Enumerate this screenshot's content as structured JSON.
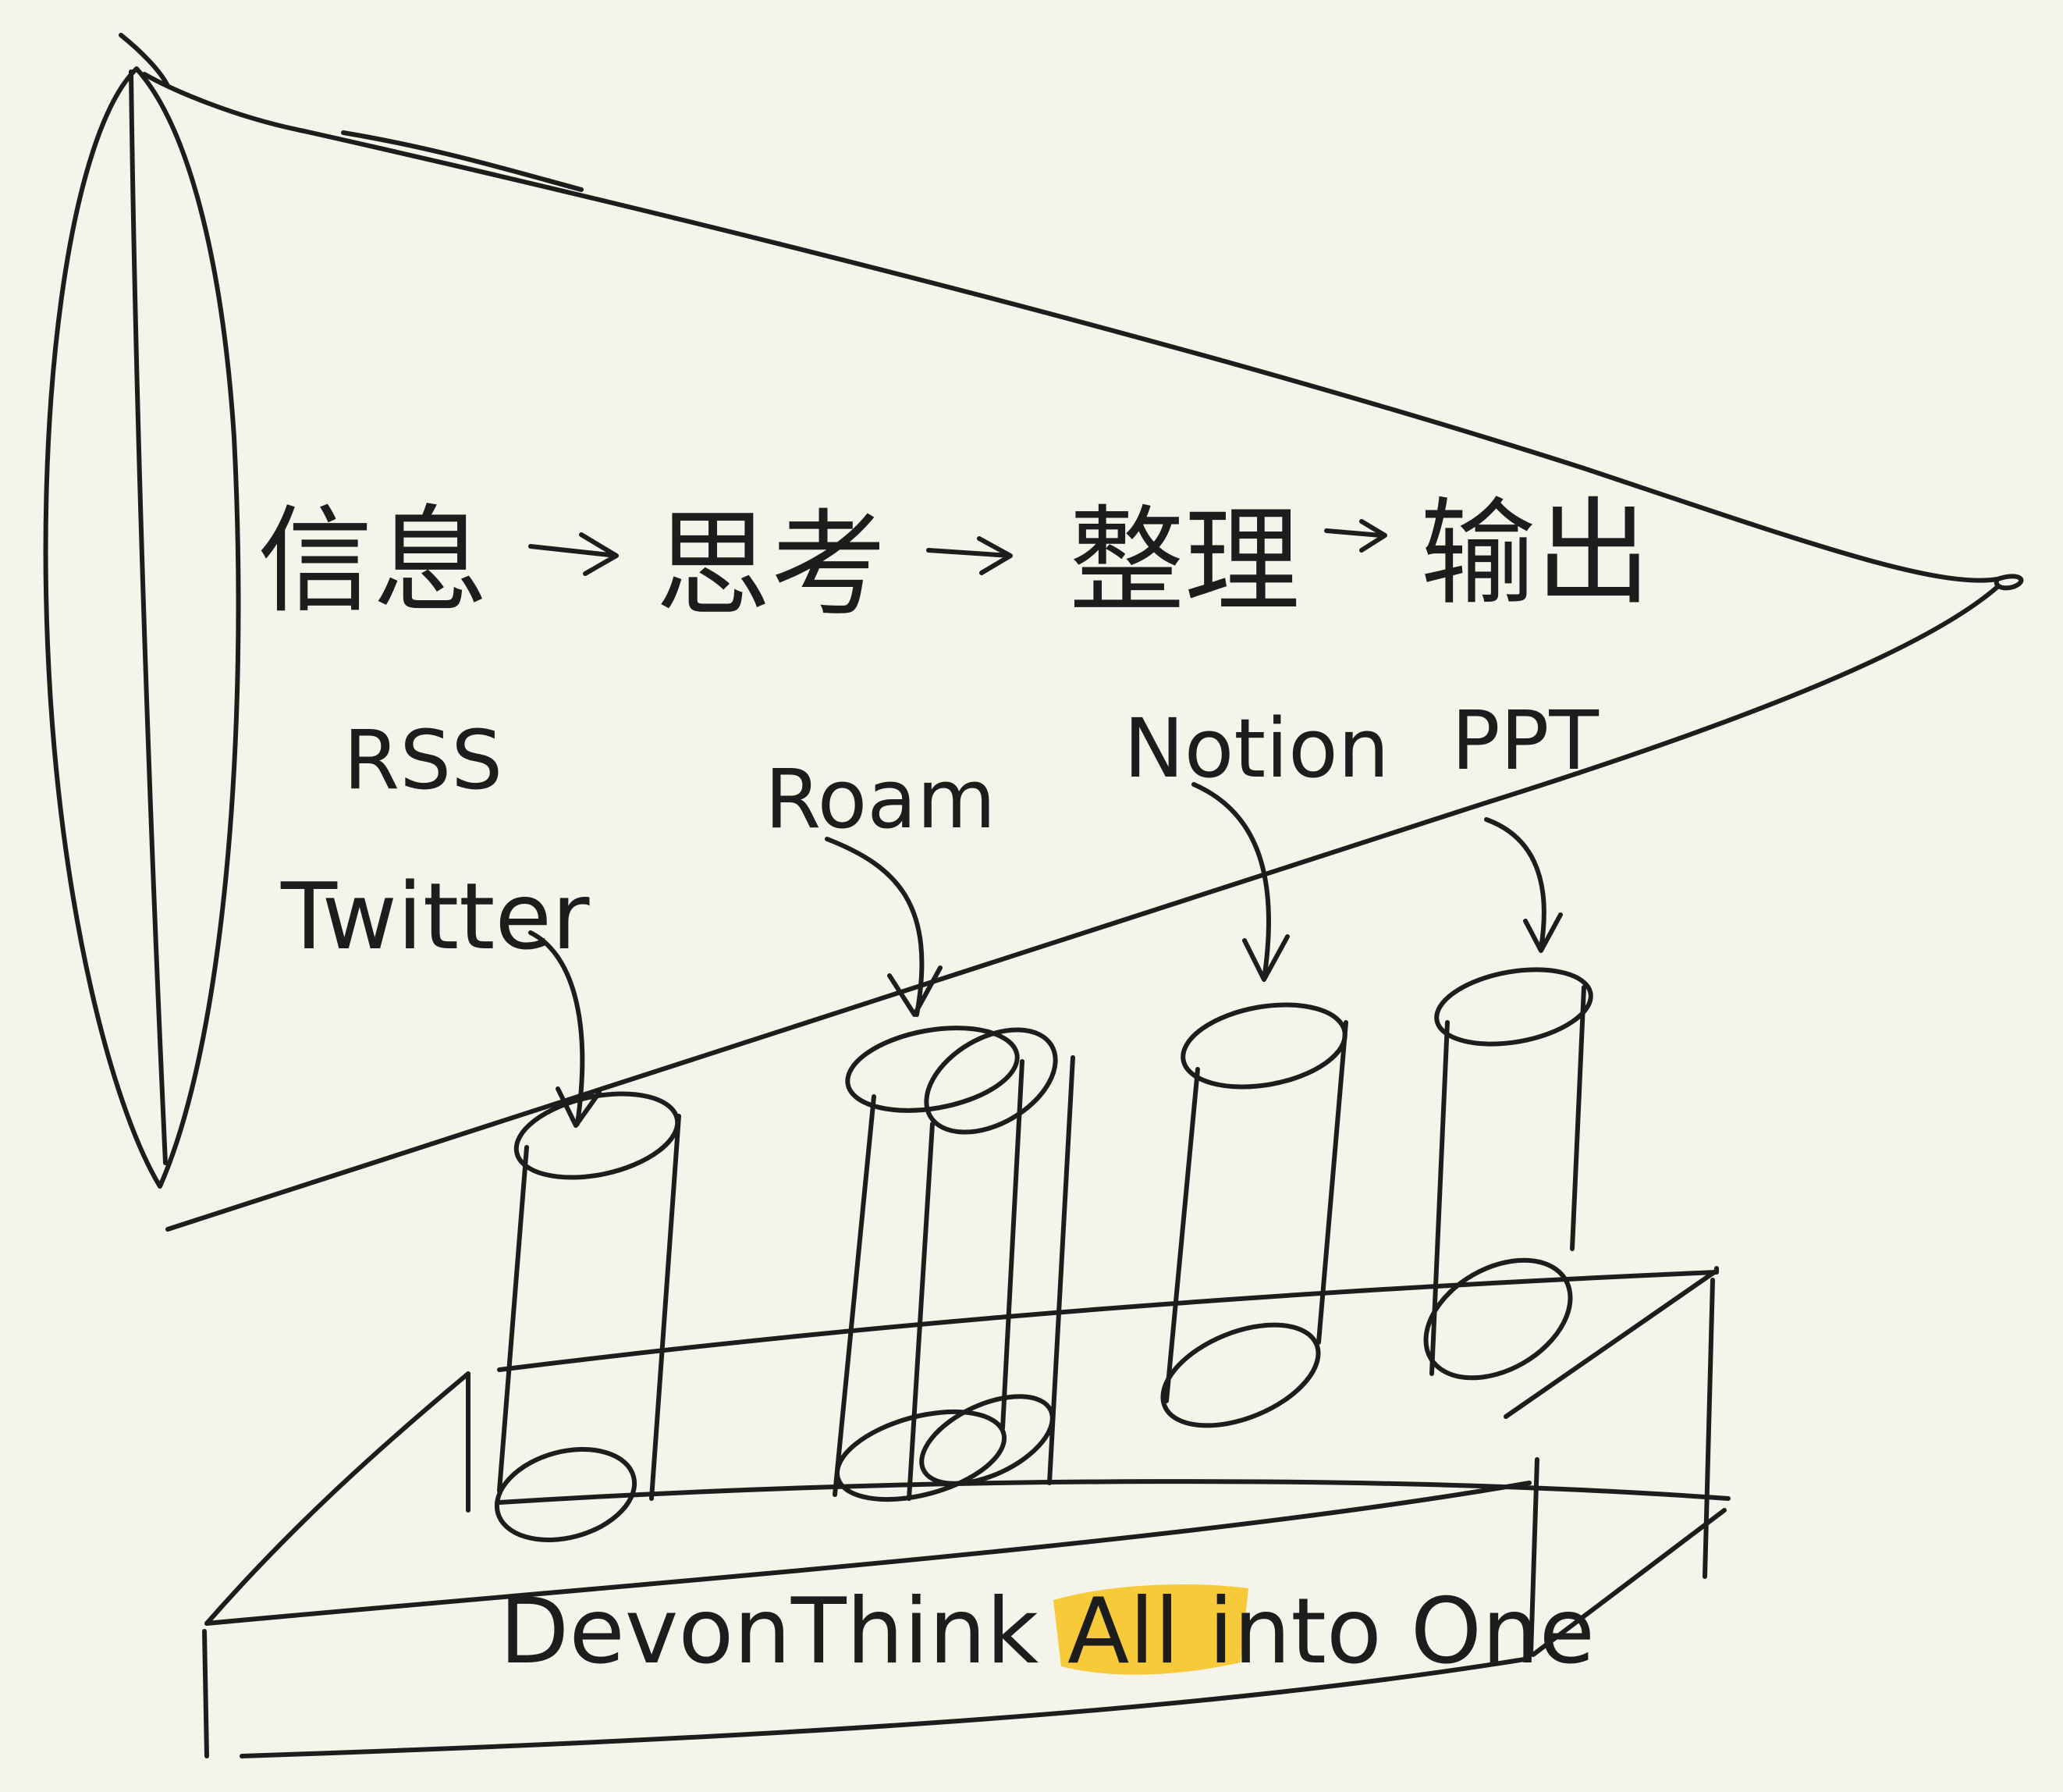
{
  "canvas": {
    "background": "#f5f4ea",
    "ink": "#1d1d1d",
    "highlight": "#f6c21a"
  },
  "funnel": {
    "flow": [
      {
        "text": "信息"
      },
      {
        "text": "思考"
      },
      {
        "text": "整理"
      },
      {
        "text": "输出"
      }
    ]
  },
  "tools": [
    {
      "lines": [
        "RSS",
        "Twitter"
      ]
    },
    {
      "lines": [
        "Roam"
      ]
    },
    {
      "lines": [
        "Notion"
      ]
    },
    {
      "lines": [
        "PPT"
      ]
    }
  ],
  "base": {
    "label_start": "DevonThink All ",
    "label_highlight": "into",
    "label_end": " One"
  }
}
